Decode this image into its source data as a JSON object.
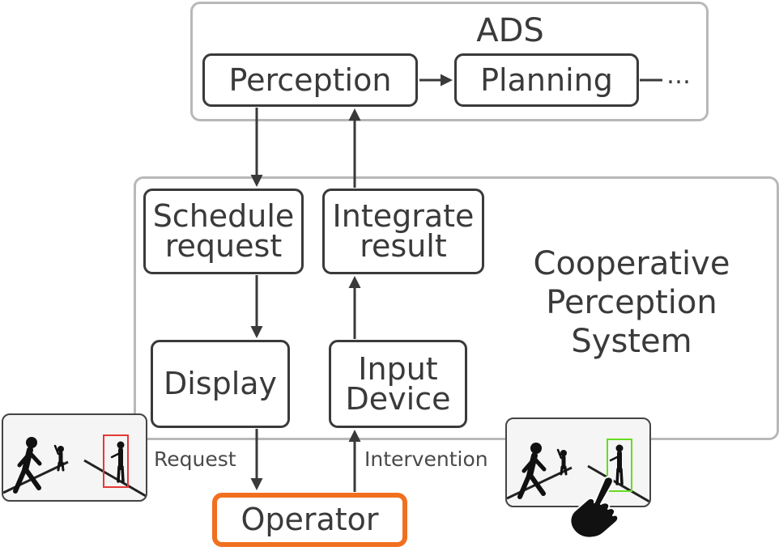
{
  "ads": {
    "title": "ADS",
    "perception": "Perception",
    "planning": "Planning",
    "continuation": "…"
  },
  "cps": {
    "title": "Cooperative\nPerception\nSystem",
    "schedule_request": "Schedule\nrequest",
    "integrate_result": "Integrate\nresult",
    "display": "Display",
    "input_device": "Input\nDevice"
  },
  "edges": {
    "request": "Request",
    "intervention": "Intervention"
  },
  "operator": "Operator",
  "colors": {
    "operator_border": "#f07020",
    "request_bbox": "#e53935",
    "intervention_bbox": "#66dd22",
    "group_border": "#b8b8b8",
    "box_border": "#3a3a3a"
  },
  "icons": {
    "walking_person": "walking-person-icon",
    "phone_person": "phone-person-icon",
    "pointing_hand": "pointing-hand-icon"
  }
}
